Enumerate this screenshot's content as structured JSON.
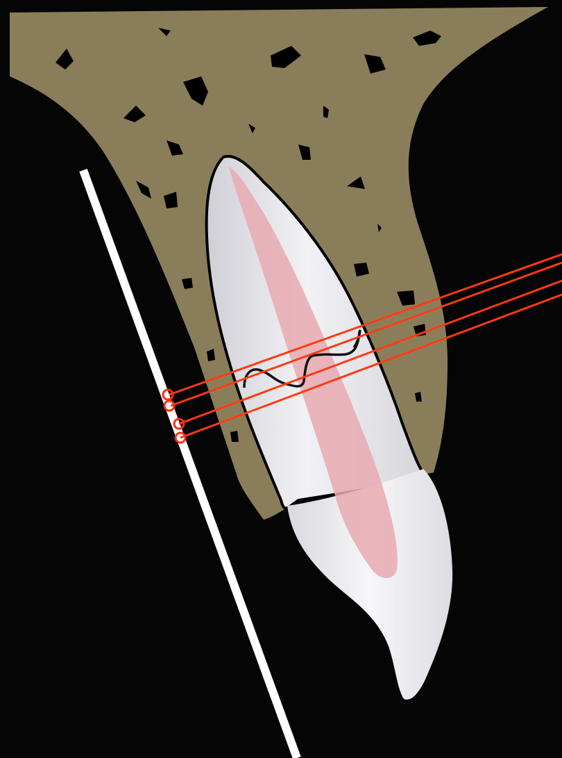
{
  "colors": {
    "background": "#050505",
    "bone": "#8a7e5a",
    "bone_dark": "#000000",
    "tooth_enamel": "#e6e6ea",
    "tooth_root": "#dcdce2",
    "pulp": "#e8a9b0",
    "film_line": "#ffffff",
    "beam": "#ff3a12",
    "fracture_line": "#111111"
  },
  "icons": {
    "film": "radiographic-film-line",
    "beam": "x-ray-beam-lines",
    "fracture": "horizontal-root-fracture"
  }
}
